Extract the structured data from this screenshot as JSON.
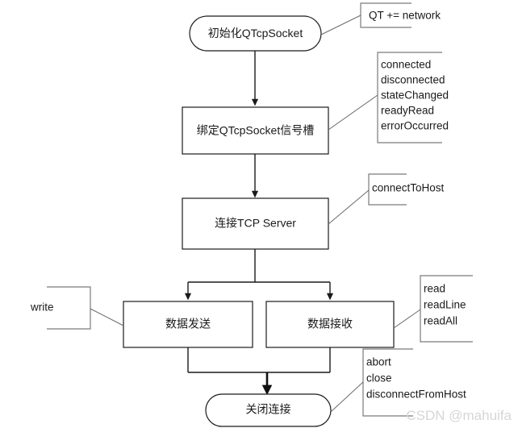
{
  "diagram": {
    "title": "QTcpSocket client flow",
    "nodes": [
      {
        "id": "init",
        "label": "初始化QTcpSocket",
        "shape": "rounded-rect"
      },
      {
        "id": "bind",
        "label": "绑定QTcpSocket信号槽",
        "shape": "rect"
      },
      {
        "id": "connect",
        "label": "连接TCP Server",
        "shape": "rect"
      },
      {
        "id": "send",
        "label": "数据发送",
        "shape": "rect"
      },
      {
        "id": "recv",
        "label": "数据接收",
        "shape": "rect"
      },
      {
        "id": "close",
        "label": "关闭连接",
        "shape": "rounded-rect"
      }
    ],
    "notes": [
      {
        "id": "note-qt",
        "attached_to": "init",
        "open_side": "right",
        "lines": [
          "QT += network"
        ]
      },
      {
        "id": "note-signals",
        "attached_to": "bind",
        "open_side": "right",
        "lines": [
          "connected",
          "disconnected",
          "stateChanged",
          "readyRead",
          "errorOccurred"
        ]
      },
      {
        "id": "note-connect",
        "attached_to": "connect",
        "open_side": "right",
        "lines": [
          "connectToHost"
        ]
      },
      {
        "id": "note-write",
        "attached_to": "send",
        "open_side": "left",
        "lines": [
          "write"
        ]
      },
      {
        "id": "note-read",
        "attached_to": "recv",
        "open_side": "right",
        "lines": [
          "read",
          "readLine",
          "readAll"
        ]
      },
      {
        "id": "note-close",
        "attached_to": "close",
        "open_side": "right",
        "lines": [
          "abort",
          "close",
          "disconnectFromHost"
        ]
      }
    ],
    "edges": [
      {
        "from": "init",
        "to": "bind",
        "style": "arrow"
      },
      {
        "from": "bind",
        "to": "connect",
        "style": "arrow"
      },
      {
        "from": "connect",
        "to": "send",
        "style": "fork-arrow"
      },
      {
        "from": "connect",
        "to": "recv",
        "style": "fork-arrow"
      },
      {
        "from": "send",
        "to": "close",
        "style": "merge-arrow"
      },
      {
        "from": "recv",
        "to": "close",
        "style": "merge-arrow"
      }
    ],
    "colors": {
      "stroke": "#1a1a1a",
      "note_stroke": "#7a7a7a",
      "leader": "#6a6a6a",
      "background": "#ffffff",
      "watermark": "#d6d6d6"
    }
  },
  "watermark": {
    "text": "CSDN @mahuifa"
  }
}
